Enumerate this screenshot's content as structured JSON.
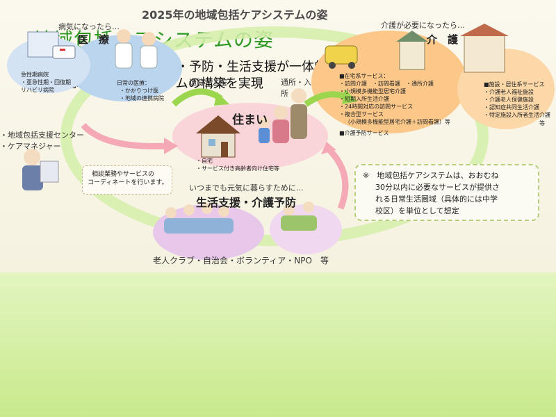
{
  "slide": {
    "title": "地域包括ケアシステムの姿",
    "subtitle_lines": [
      "住まい・医療・介護・予防・生活支援が一体的に提供される",
      "地域包括ケアシステムの構築を実現"
    ]
  },
  "diagram": {
    "title": "2025年の地域包括ケアシステムの姿",
    "medical": {
      "prompt": "病気になったら…",
      "heading": "医　療",
      "hospital_lines": [
        "急性期病院",
        "・亜急性期・回復期",
        "リハビリ病院"
      ],
      "daily_lines": [
        "日常の医療：",
        "・かかりつけ医",
        "・地域の連携病院"
      ]
    },
    "care": {
      "prompt": "介護が必要になったら…",
      "heading": "介　護",
      "home_services": [
        "■在宅系サービス：",
        "・訪問介護　・訪問看護　・通所介護",
        "・小規模多機能型居宅介護",
        "・短期入所生活介護",
        "・24時間対応の訪問サービス",
        "・複合型サービス",
        "（小規模多機能型居宅介護＋訪問看護）等"
      ],
      "prevention_service": "■介護予防サービス",
      "facility_services": [
        "■施設・居住系サービス",
        "・介護老人福祉施設",
        "・介護老人保健施設",
        "・認知症共同生活介護",
        "・特定施設入所者生活介護"
      ],
      "facility_etc": "等"
    },
    "housing": {
      "heading": "住まい",
      "items": [
        "・自宅",
        "・サービス付き高齢者向け住宅等"
      ]
    },
    "arrows": {
      "medical_commute": "通院・入院",
      "care_commute_line1": "通所・入",
      "care_commute_line2": "所"
    },
    "support_center": {
      "lines": [
        "・地域包括支援センター",
        "・ケアマネジャー"
      ]
    },
    "coordination": {
      "lines": [
        "相談業務やサービスの",
        "コーディネートを行います。"
      ]
    },
    "life_support": {
      "prompt": "いつまでも元気に暮らすために…",
      "heading": "生活支援・介護予防",
      "groups": "老人クラブ・自治会・ボランティア・NPO　等"
    },
    "note": {
      "lines": [
        "※　地域包括ケアシステムは、おおむね",
        "30分以内に必要なサービスが提供さ",
        "れる日常生活圏域（具体的には中学",
        "校区）を単位として想定"
      ]
    },
    "colors": {
      "title_green": "#2f9a23",
      "arrow_green": "#9cd64f",
      "arrow_pink": "#f5a8b6",
      "medical_blue": "#bcd5ee",
      "care_orange": "#fbc88a",
      "housing_pink": "#f9d4d9",
      "life_purple": "#e7c7ea"
    }
  }
}
